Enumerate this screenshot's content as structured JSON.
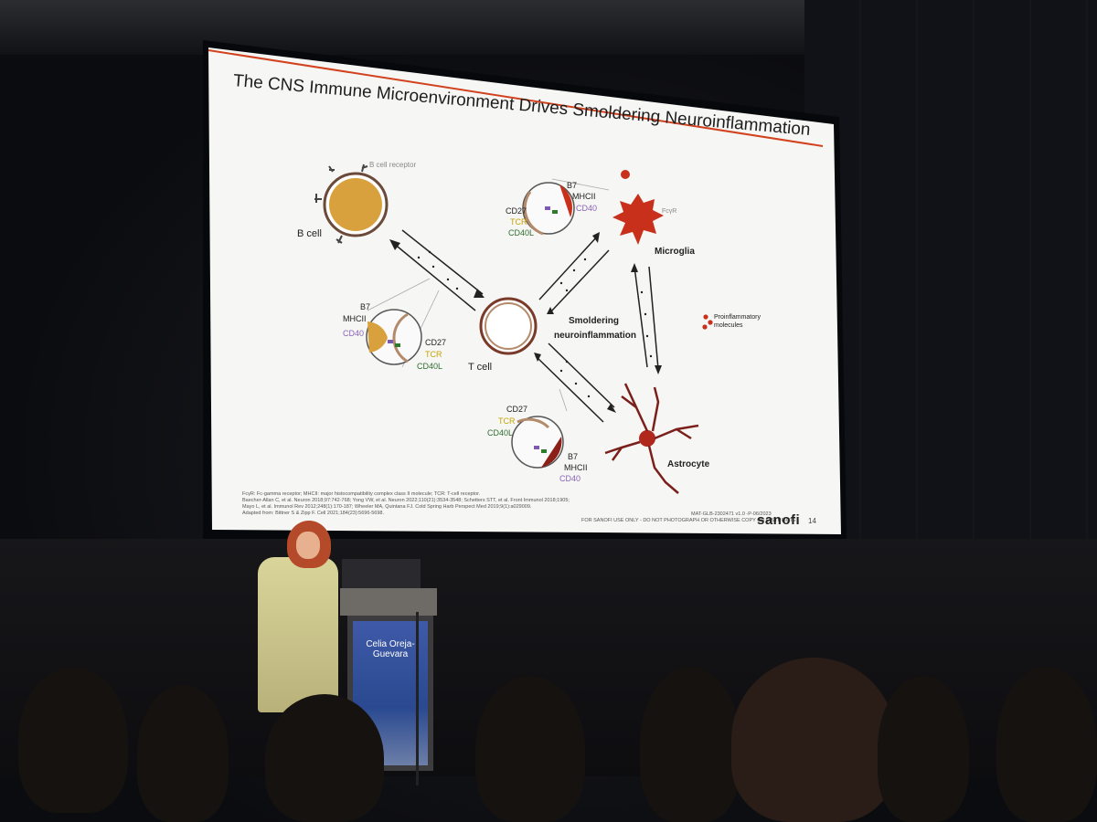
{
  "slide": {
    "title": "The CNS Immune Microenvironment Drives Smoldering Neuroinflammation",
    "labels": {
      "b_cell": "B cell",
      "b_cell_receptor": "B cell receptor",
      "t_cell": "T cell",
      "microglia": "Microglia",
      "astrocyte": "Astrocyte",
      "smoldering": "Smoldering",
      "neuroinflammation": "neuroinflammation",
      "fcyr": "FcγR",
      "proinflammatory_1": "Proinflammatory",
      "proinflammatory_2": "molecules"
    },
    "left_inset": {
      "b7": "B7",
      "mhcii": "MHCII",
      "cd40": "CD40",
      "cd27": "CD27",
      "tcr": "TCR",
      "cd40l": "CD40L"
    },
    "top_inset": {
      "b7": "B7",
      "mhcii": "MHCII",
      "cd40": "CD40",
      "cd27": "CD27",
      "tcr": "TCR",
      "cd40l": "CD40L"
    },
    "bottom_inset": {
      "b7": "B7",
      "mhcii": "MHCII",
      "cd40": "CD40",
      "cd27": "CD27",
      "tcr": "TCR",
      "cd40l": "CD40L"
    },
    "footnotes": [
      "FcγR: Fc-gamma receptor; MHCII: major histocompatibility complex class II molecule; TCR: T-cell receptor.",
      "Baecher-Allan C, et al. Neuron 2018;97:742-768; Yong VW, et al. Neuron 2022;110(21):3534-3548; Schetters STT, et al. Front Immunol 2018;1905;",
      "Mayo L, et al. Immunol Rev 2012;248(1):170-187; Wheeler MA, Quintana FJ. Cold Spring Harb Perspect Med 2019;9(1):a029009.",
      "Adapted from: Bittner S & Zipp F. Cell 2021;184(23):5696-5698."
    ],
    "doc_code": "MAT-GLB-2302471 v1.0 -P-06/2023",
    "disclaimer": "FOR SANOFI USE ONLY - DO NOT PHOTOGRAPH OR OTHERWISE COPY OR DISTRIBUTE",
    "brand": "sanofi",
    "page_number": "14"
  },
  "lectern": {
    "name_line1": "Celia Oreja-",
    "name_line2": "Guevara"
  },
  "colors": {
    "cell_orange": "#d9a13d",
    "inflammation_red": "#c9301c",
    "slide_bg": "#f6f6f4",
    "accent_line": "#d2421f"
  }
}
